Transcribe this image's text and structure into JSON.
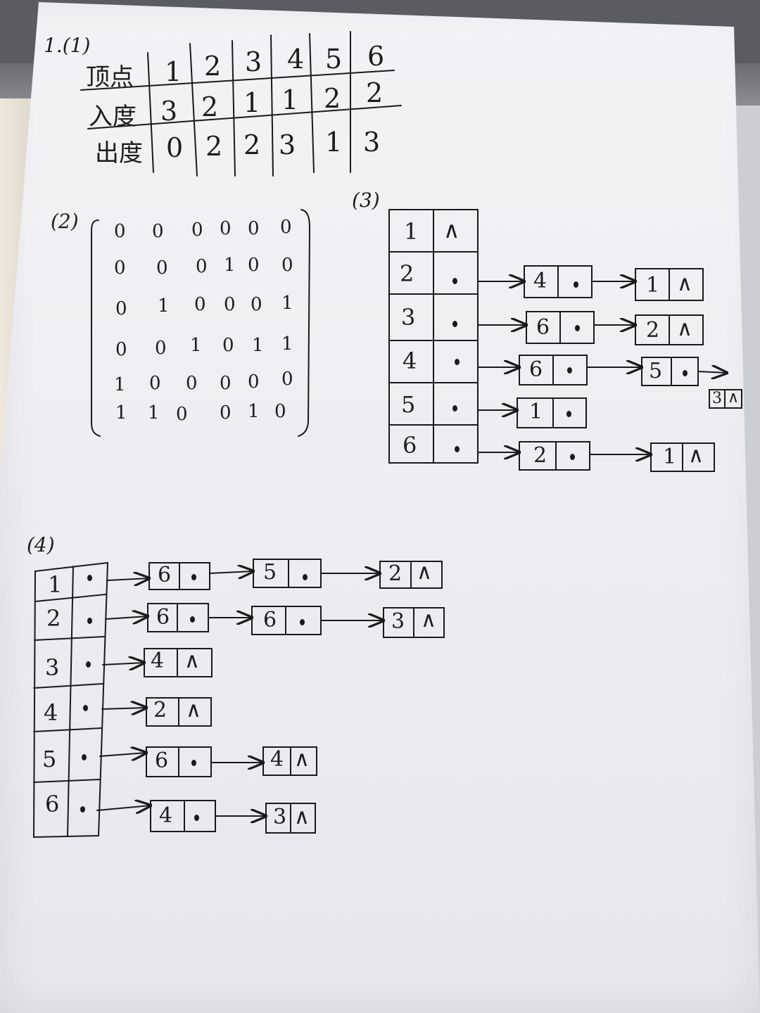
{
  "part1": {
    "label": "1.(1)",
    "header": {
      "row_label": "顶点",
      "values": [
        "1",
        "2",
        "3",
        "4",
        "5",
        "6"
      ]
    },
    "in_degree": {
      "row_label": "入度",
      "values": [
        "3",
        "2",
        "1",
        "1",
        "2",
        "2"
      ]
    },
    "out_degree": {
      "row_label": "出度",
      "values": [
        "0",
        "2",
        "2",
        "3",
        "1",
        "3"
      ]
    }
  },
  "part2": {
    "label": "(2)",
    "matrix": [
      [
        "0",
        "0",
        "0",
        "0",
        "0",
        "0"
      ],
      [
        "0",
        "0",
        "0",
        "1",
        "0",
        "0"
      ],
      [
        "0",
        "1",
        "0",
        "0",
        "0",
        "1"
      ],
      [
        "0",
        "0",
        "1",
        "0",
        "1",
        "1"
      ],
      [
        "1",
        "0",
        "0",
        "0",
        "0",
        "0"
      ],
      [
        "1",
        "1",
        "0",
        "0",
        "1",
        "0"
      ]
    ]
  },
  "part3": {
    "label": "(3)",
    "null_symbol": "∧",
    "rows": [
      {
        "vertex": "1",
        "nodes": []
      },
      {
        "vertex": "2",
        "nodes": [
          "4",
          "1"
        ]
      },
      {
        "vertex": "3",
        "nodes": [
          "6",
          "2"
        ]
      },
      {
        "vertex": "4",
        "nodes": [
          "6",
          "5",
          "3"
        ]
      },
      {
        "vertex": "5",
        "nodes": [
          "1"
        ]
      },
      {
        "vertex": "6",
        "nodes": [
          "2",
          "1"
        ]
      }
    ]
  },
  "part4": {
    "label": "(4)",
    "null_symbol": "∧",
    "rows": [
      {
        "vertex": "1",
        "nodes": [
          "6",
          "5",
          "2"
        ]
      },
      {
        "vertex": "2",
        "nodes": [
          "6",
          "6",
          "3"
        ]
      },
      {
        "vertex": "3",
        "nodes": [
          "4"
        ]
      },
      {
        "vertex": "4",
        "nodes": [
          "2"
        ]
      },
      {
        "vertex": "5",
        "nodes": [
          "6",
          "4"
        ]
      },
      {
        "vertex": "6",
        "nodes": [
          "4",
          "3"
        ]
      }
    ]
  }
}
